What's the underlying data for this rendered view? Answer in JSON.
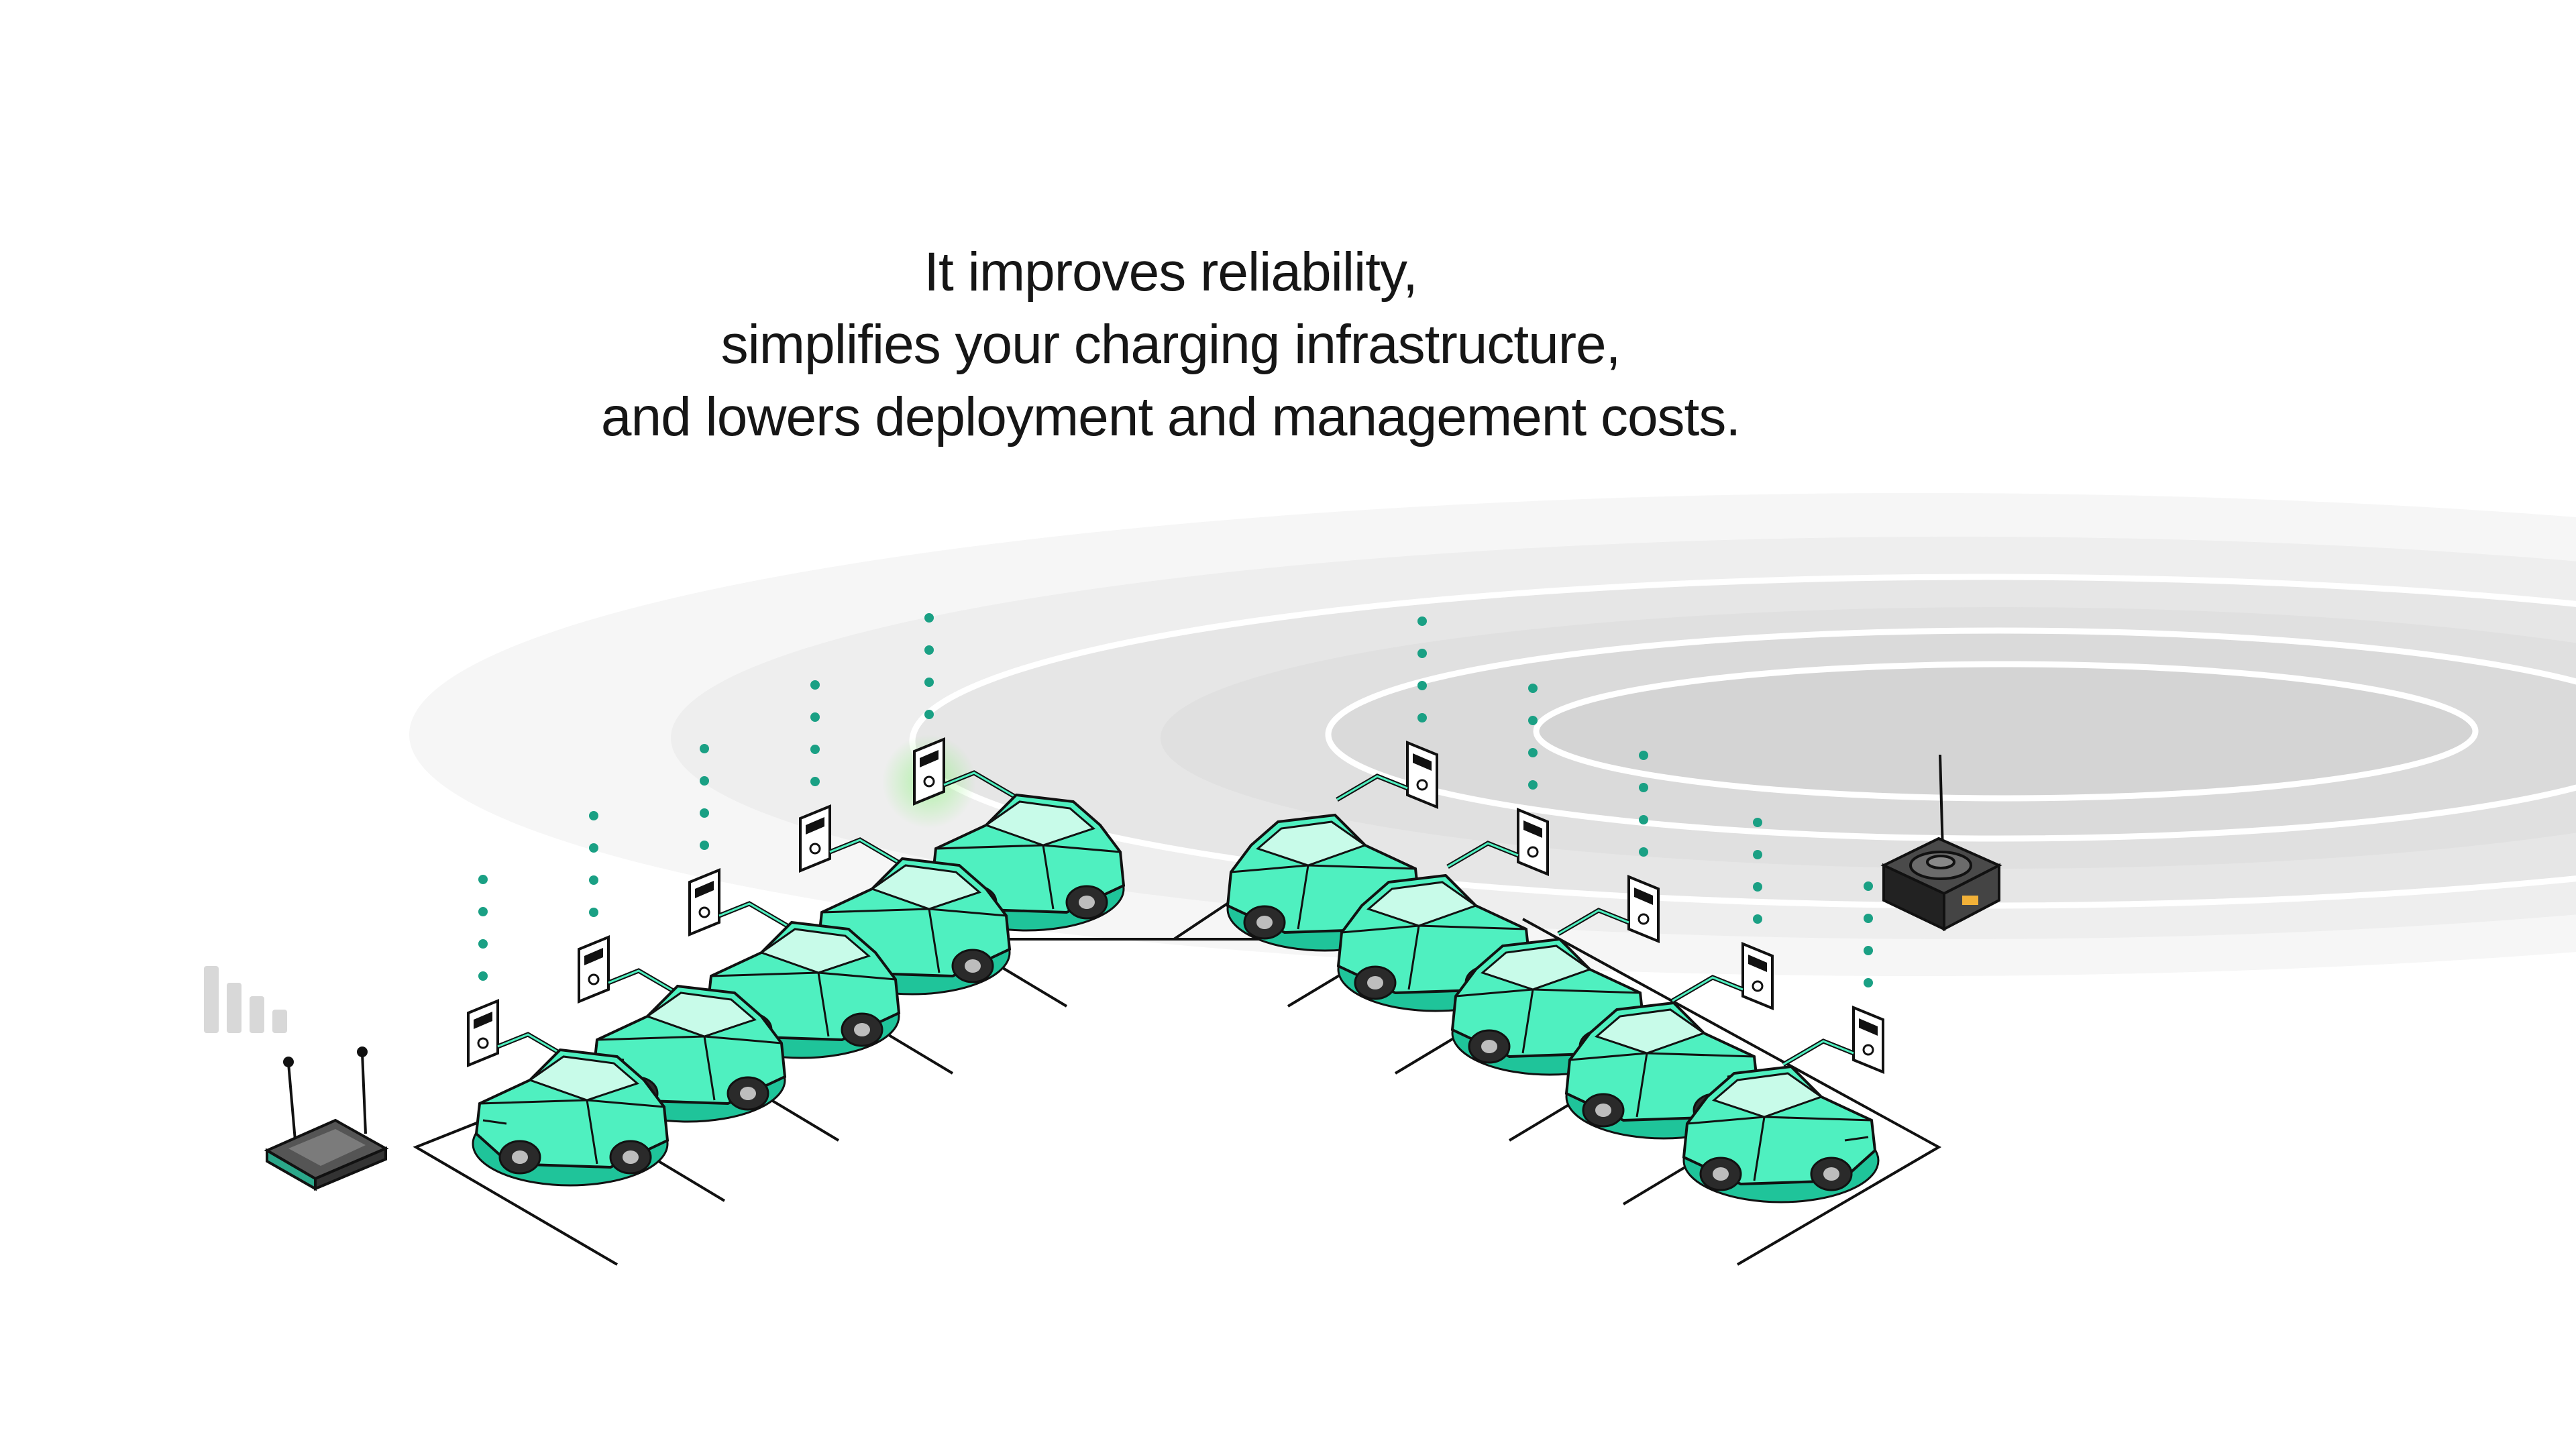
{
  "headline": {
    "lines": [
      "It improves reliability,",
      "simplifies your charging infrastructure,",
      "and lowers deployment and management costs."
    ]
  },
  "colors": {
    "car_fill": "#4ff0c0",
    "car_shadow": "#1fc49a",
    "outline": "#111111",
    "signal_dots": "#1aa084",
    "ripple": "#d9d9d9",
    "background": "#ffffff"
  },
  "icons": {
    "router": "lte-router-icon",
    "gateway": "wireless-gateway-icon",
    "signal": "signal-strength-icon",
    "charger": "wall-charger-icon",
    "car": "ev-car-icon"
  }
}
